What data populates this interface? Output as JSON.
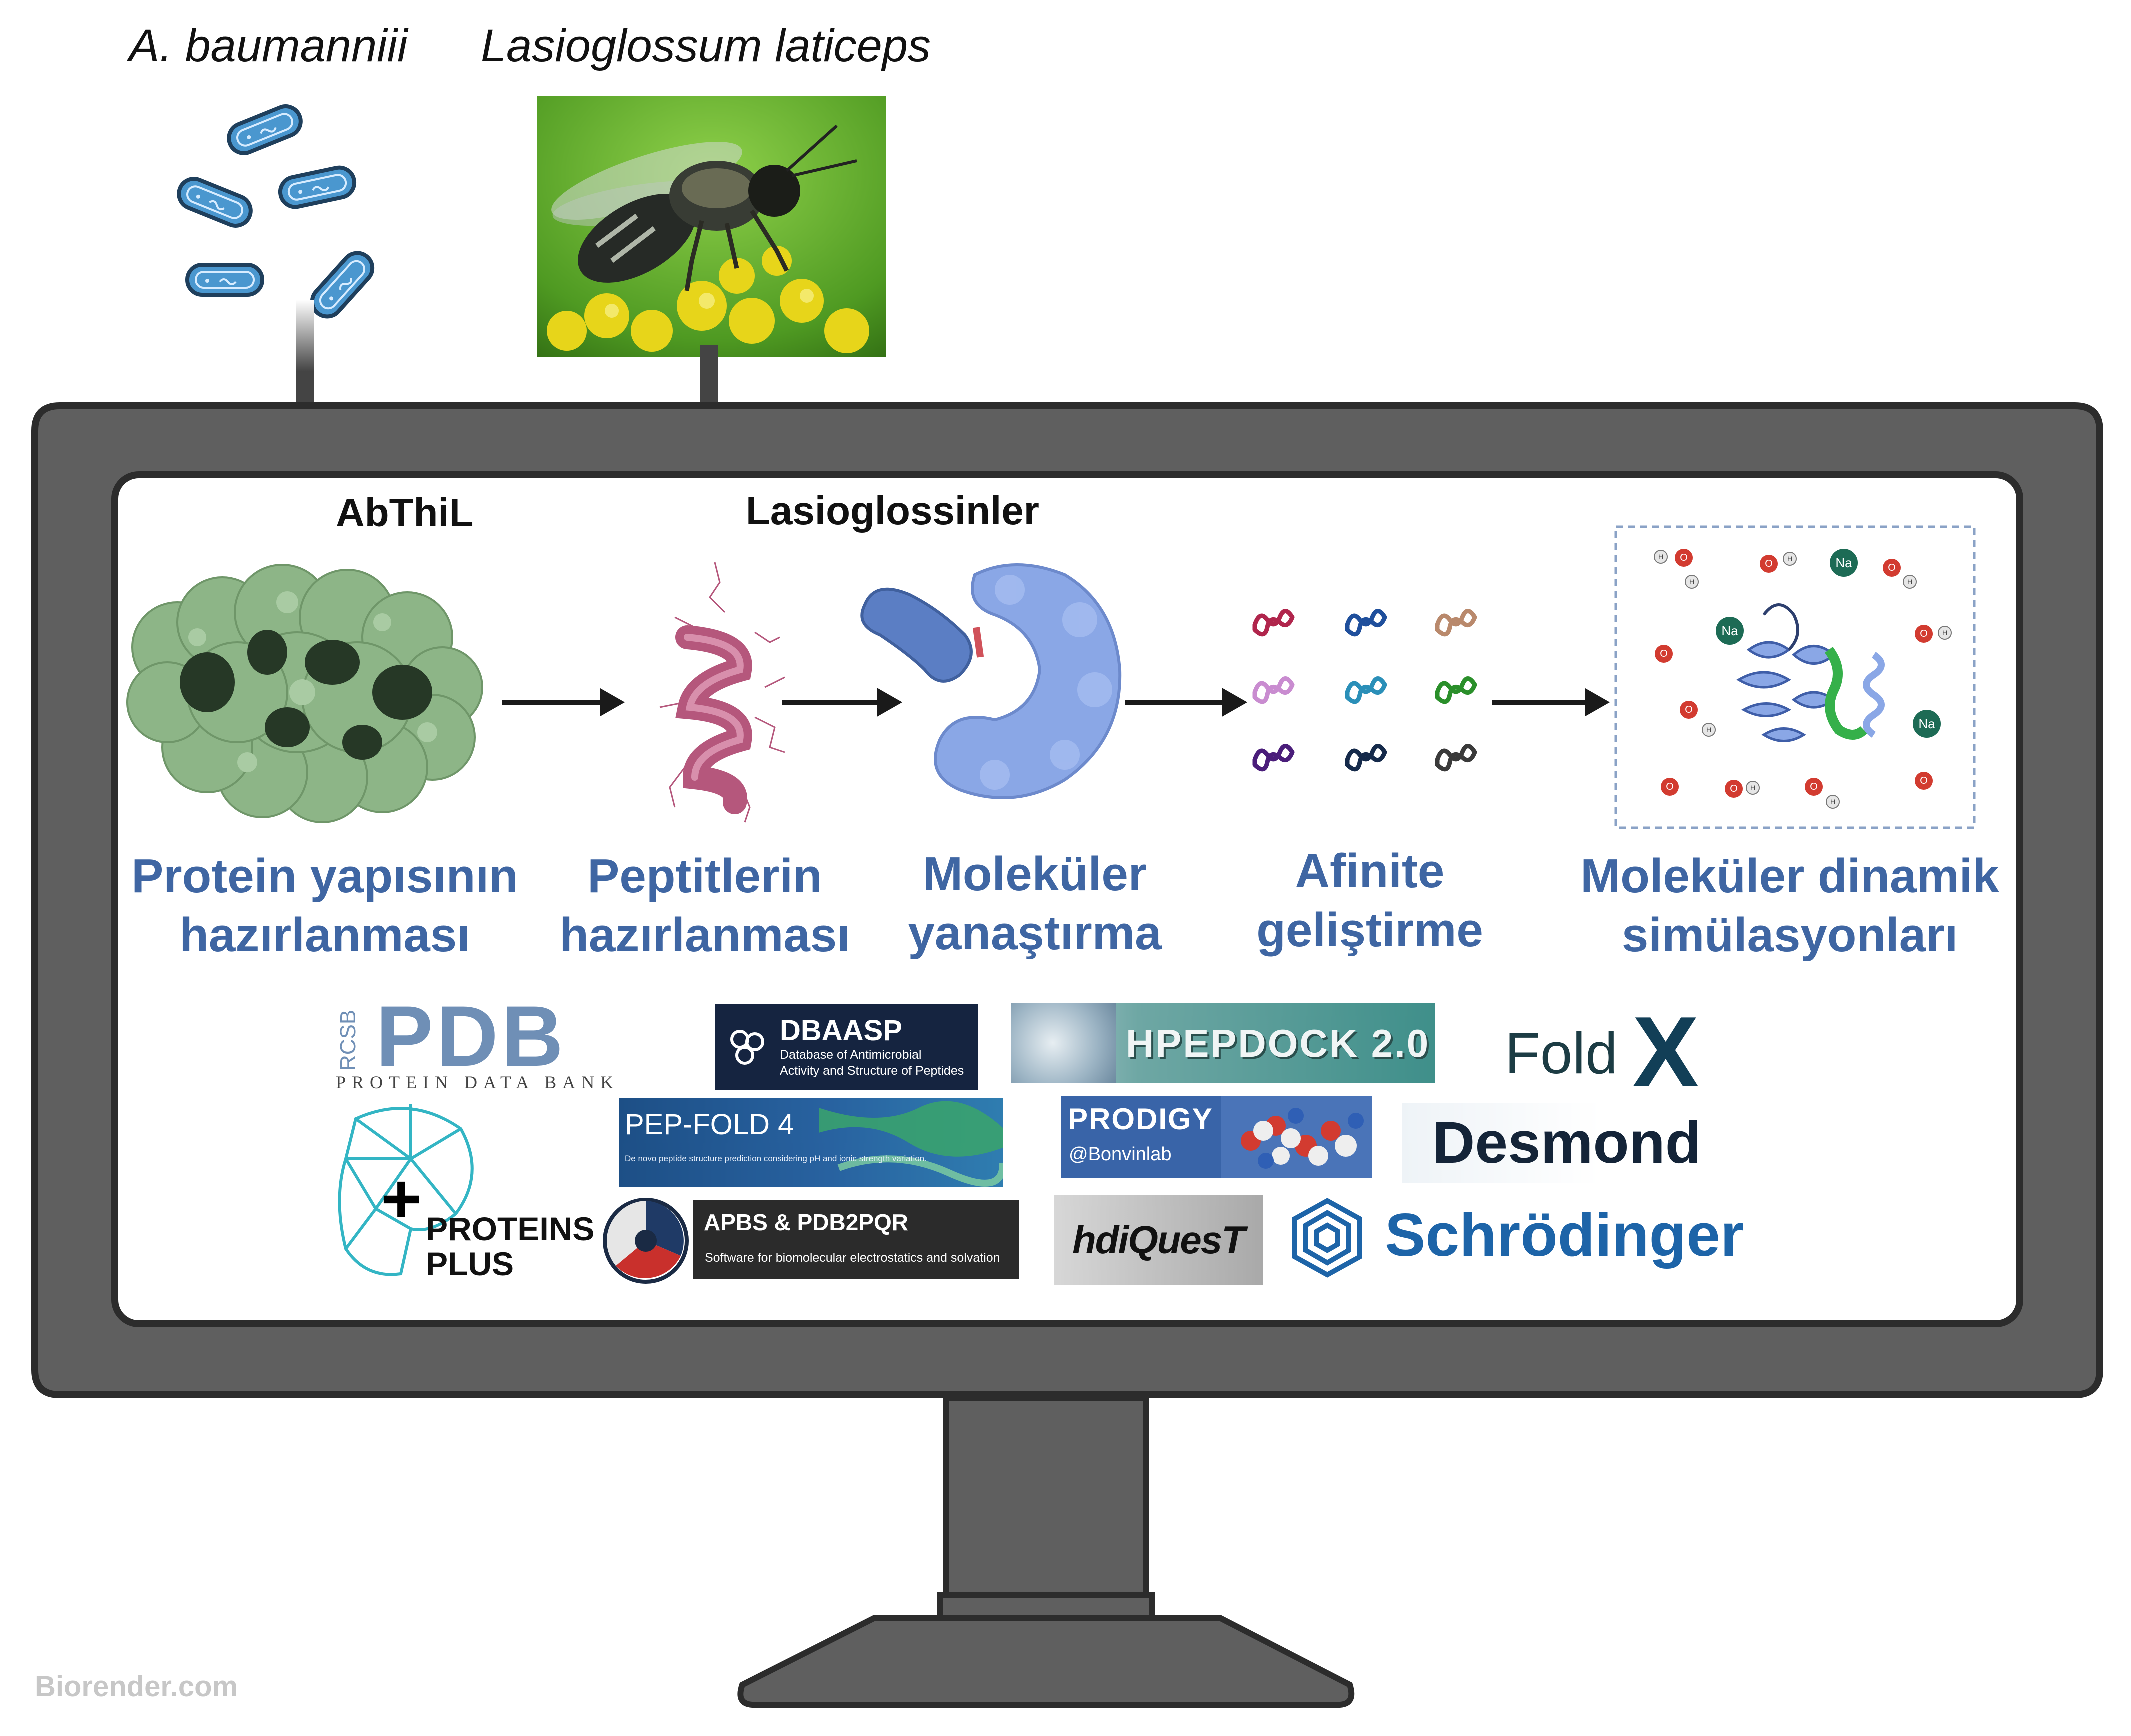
{
  "organisms": {
    "bacteria": "A. baumanniii",
    "bee": "Lasioglossum laticeps"
  },
  "inputs": {
    "protein": "AbThiL",
    "peptides": "Lasioglossinler"
  },
  "steps": [
    {
      "line1": "Protein yapısının",
      "line2": "hazırlanması"
    },
    {
      "line1": "Peptitlerin",
      "line2": "hazırlanması"
    },
    {
      "line1": "Moleküler",
      "line2": "yanaştırma"
    },
    {
      "line1": "Afinite",
      "line2": "geliştirme"
    },
    {
      "line1": "Moleküler dinamik",
      "line2": "simülasyonları"
    }
  ],
  "md_labels": {
    "sodium": "Na",
    "oxygen": "O",
    "hydrogen": "H"
  },
  "tools": {
    "pdb": {
      "small": "RCSB",
      "main": "PDB",
      "sub": "PROTEIN DATA BANK"
    },
    "dbaasp": {
      "title": "DBAASP",
      "sub1": "Database of Antimicrobial",
      "sub2": "Activity and Structure of Peptides"
    },
    "hpepdock": "HPEPDOCK 2.0",
    "foldx": {
      "text": "Fold",
      "mark": "X"
    },
    "pepfold": {
      "title": "PEP-FOLD 4",
      "sub": "De novo peptide structure prediction considering pH and ionic strength variation."
    },
    "prodigy": {
      "title": "PRODIGY",
      "sub": "@Bonvinlab"
    },
    "desmond": "Desmond",
    "proteinsplus": {
      "line1": "PROTEINS",
      "line2": "PLUS"
    },
    "apbs": {
      "title": "APBS & PDB2PQR",
      "sub": "Software for biomolecular electrostatics and solvation"
    },
    "haddock": "hdiQuesT",
    "schrodinger": "Schrödinger"
  },
  "watermark": "Biorender.com",
  "colors": {
    "step_text": "#3f66a3",
    "monitor_frame": "#5f5f5f",
    "bacteria_fill": "#4a97cf",
    "protein_green": "#8db587",
    "peptide_pink": "#b5577c",
    "receptor_blue": "#8aa7e6"
  }
}
